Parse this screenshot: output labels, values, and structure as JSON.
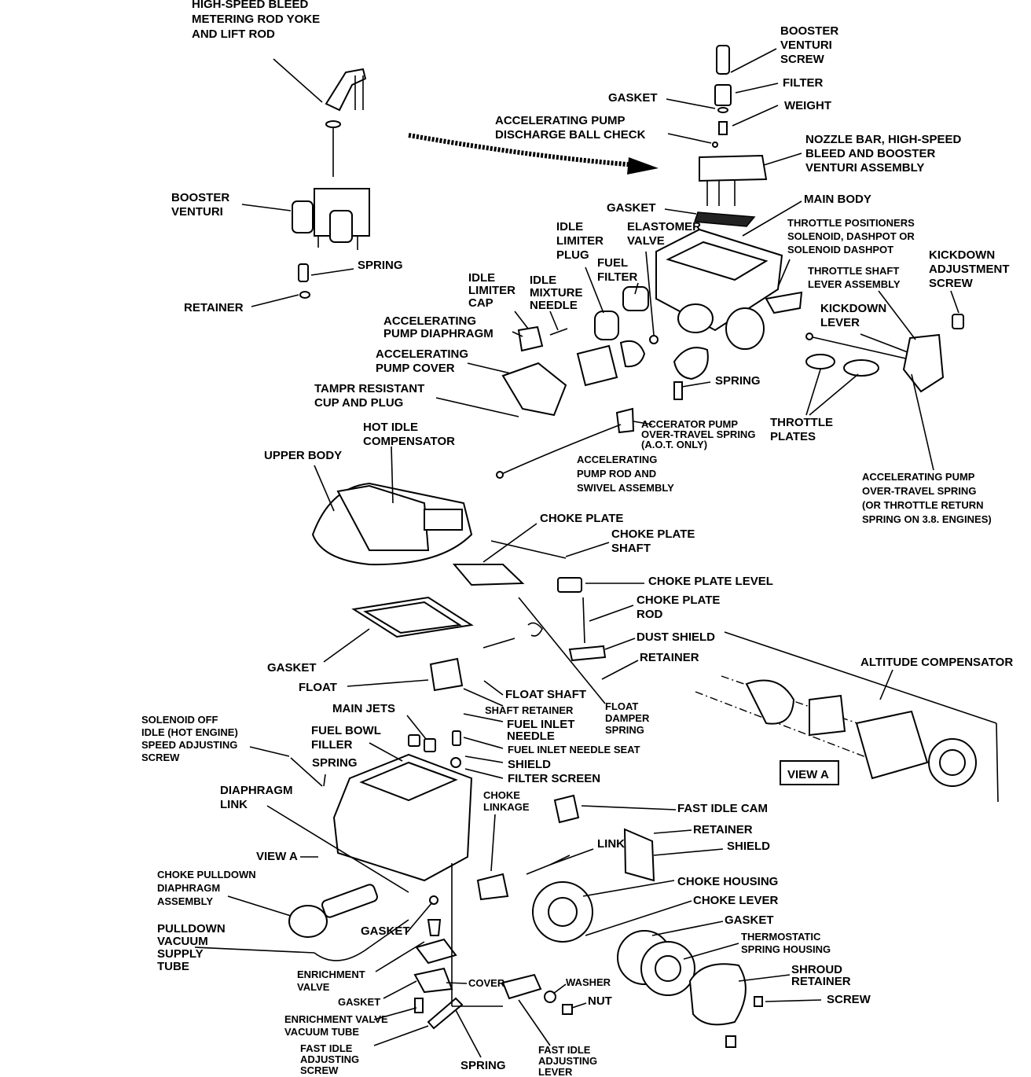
{
  "labels": {
    "hsb_yoke": [
      "HIGH-SPEED BLEED",
      "METERING ROD YOKE",
      "AND LIFT ROD"
    ],
    "booster_venturi_l": [
      "BOOSTER",
      "VENTURI"
    ],
    "spring_1": [
      "SPRING"
    ],
    "retainer_1": [
      "RETAINER"
    ],
    "booster_venturi_screw": [
      "BOOSTER",
      "VENTURI",
      "SCREW"
    ],
    "filter": [
      "FILTER"
    ],
    "gasket_1": [
      "GASKET"
    ],
    "weight": [
      "WEIGHT"
    ],
    "accel_ball_check": [
      "ACCELERATING PUMP",
      "DISCHARGE BALL CHECK"
    ],
    "nozzle_bar": [
      "NOZZLE BAR, HIGH-SPEED",
      "BLEED AND BOOSTER",
      "VENTURI ASSEMBLY"
    ],
    "gasket_2": [
      "GASKET"
    ],
    "main_body": [
      "MAIN BODY"
    ],
    "throttle_positioners": [
      "THROTTLE POSITIONERS",
      "SOLENOID, DASHPOT OR",
      "SOLENOID DASHPOT"
    ],
    "idle_limiter_plug": [
      "IDLE",
      "LIMITER",
      "PLUG"
    ],
    "elastomer_valve": [
      "ELASTOMER",
      "VALVE"
    ],
    "fuel_filter": [
      "FUEL",
      "FILTER"
    ],
    "kickdown_adj_screw": [
      "KICKDOWN",
      "ADJUSTMENT",
      "SCREW"
    ],
    "throttle_shaft_lever": [
      "THROTTLE SHAFT",
      "LEVER ASSEMBLY"
    ],
    "idle_limiter_cap": [
      "IDLE",
      "LIMITER",
      "CAP"
    ],
    "idle_mixture_needle": [
      "IDLE",
      "MIXTURE",
      "NEEDLE"
    ],
    "kickdown_lever": [
      "KICKDOWN",
      "LEVER"
    ],
    "accel_pump_diaphragm": [
      "ACCELERATING",
      "PUMP DIAPHRAGM"
    ],
    "accel_pump_cover": [
      "ACCELERATING",
      "PUMP COVER"
    ],
    "spring_2": [
      "SPRING"
    ],
    "tampr_cup": [
      "TAMPR RESISTANT",
      "CUP AND PLUG"
    ],
    "throttle_plates": [
      "THROTTLE",
      "PLATES"
    ],
    "accel_overtravel_small": [
      "ACCERATOR PUMP",
      "OVER-TRAVEL SPRING",
      "(A.O.T. ONLY)"
    ],
    "hot_idle_comp": [
      "HOT IDLE",
      "COMPENSATOR"
    ],
    "upper_body": [
      "UPPER BODY"
    ],
    "accel_pump_rod": [
      "ACCELERATING",
      "PUMP ROD AND",
      "SWIVEL ASSEMBLY"
    ],
    "accel_overtravel_big": [
      "ACCELERATING PUMP",
      "OVER-TRAVEL SPRING",
      "(OR THROTTLE RETURN",
      "SPRING ON 3.8. ENGINES)"
    ],
    "choke_plate": [
      "CHOKE PLATE"
    ],
    "choke_plate_shaft": [
      "CHOKE PLATE",
      "SHAFT"
    ],
    "choke_plate_level": [
      "CHOKE PLATE LEVEL"
    ],
    "choke_plate_rod": [
      "CHOKE PLATE",
      "ROD"
    ],
    "dust_shield": [
      "DUST SHIELD"
    ],
    "retainer_2": [
      "RETAINER"
    ],
    "altitude_comp": [
      "ALTITUDE COMPENSATOR"
    ],
    "gasket_3": [
      "GASKET"
    ],
    "float": [
      "FLOAT"
    ],
    "float_shaft": [
      "FLOAT SHAFT"
    ],
    "shaft_retainer": [
      "SHAFT RETAINER"
    ],
    "float_damper": [
      "FLOAT",
      "DAMPER",
      "SPRING"
    ],
    "main_jets": [
      "MAIN JETS"
    ],
    "fuel_inlet_needle": [
      "FUEL INLET",
      "NEEDLE"
    ],
    "solenoid_off_idle": [
      "SOLENOID OFF",
      "IDLE (HOT ENGINE)",
      "SPEED ADJUSTING",
      "SCREW"
    ],
    "fuel_bowl_filler": [
      "FUEL BOWL",
      "FILLER"
    ],
    "fuel_inlet_seat": [
      "FUEL INLET NEEDLE SEAT"
    ],
    "spring_3": [
      "SPRING"
    ],
    "shield_1": [
      "SHIELD"
    ],
    "filter_screen": [
      "FILTER SCREEN"
    ],
    "view_a_box": [
      "VIEW A"
    ],
    "diaphragm_link": [
      "DIAPHRAGM",
      "LINK"
    ],
    "choke_linkage": [
      "CHOKE",
      "LINKAGE"
    ],
    "fast_idle_cam": [
      "FAST IDLE CAM"
    ],
    "retainer_3": [
      "RETAINER"
    ],
    "view_a_2": [
      "VIEW A"
    ],
    "shield_2": [
      "SHIELD"
    ],
    "link": [
      "LINK"
    ],
    "choke_pulldown": [
      "CHOKE PULLDOWN",
      "DIAPHRAGM",
      "ASSEMBLY"
    ],
    "choke_housing": [
      "CHOKE HOUSING"
    ],
    "choke_lever": [
      "CHOKE LEVER"
    ],
    "gasket_4": [
      "GASKET"
    ],
    "gasket_5": [
      "GASKET"
    ],
    "pulldown_vacuum": [
      "PULLDOWN",
      "VACUUM",
      "SUPPLY",
      "TUBE"
    ],
    "thermostatic": [
      "THERMOSTATIC",
      "SPRING HOUSING"
    ],
    "shroud_retainer": [
      "SHROUD",
      "RETAINER"
    ],
    "enrichment_valve": [
      "ENRICHMENT",
      "VALVE"
    ],
    "cover": [
      "COVER"
    ],
    "washer": [
      "WASHER"
    ],
    "gasket_6": [
      "GASKET"
    ],
    "nut": [
      "NUT"
    ],
    "screw": [
      "SCREW"
    ],
    "enrichment_vacuum": [
      "ENRICHMENT VALVE",
      "VACUUM TUBE"
    ],
    "fast_idle_screw": [
      "FAST IDLE",
      "ADJUSTING",
      "SCREW"
    ],
    "spring_4": [
      "SPRING"
    ],
    "fast_idle_lever": [
      "FAST IDLE",
      "ADJUSTING",
      "LEVER"
    ]
  }
}
